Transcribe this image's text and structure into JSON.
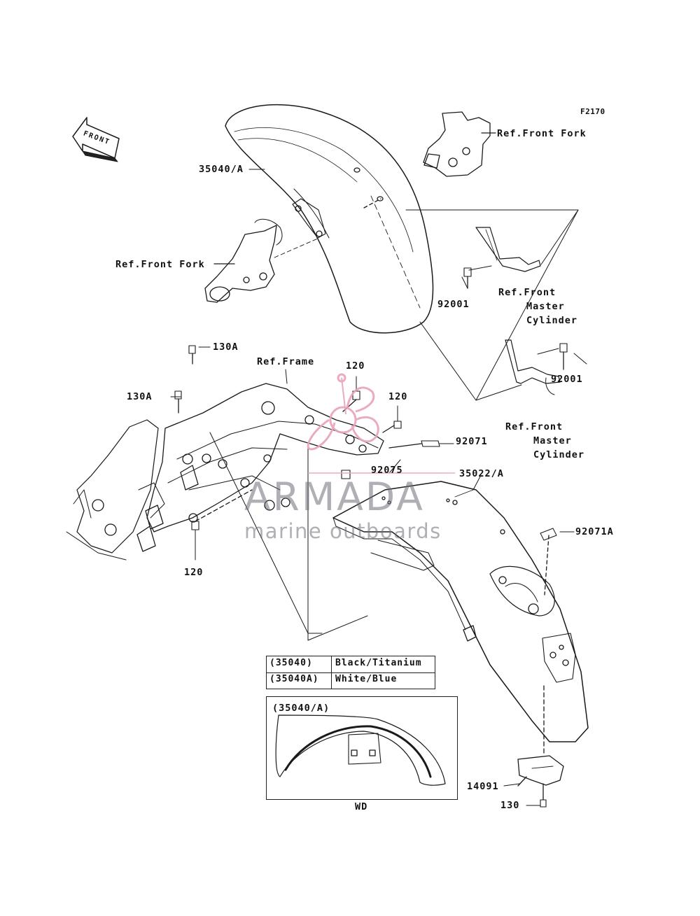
{
  "figure_id": "F2170",
  "front_arrow_label": "FRONT",
  "callouts": {
    "p35040A": "35040/A",
    "ref_front_fork_right": "Ref.Front Fork",
    "ref_front_fork_left": "Ref.Front Fork",
    "p92001_upper": "92001",
    "ref_master_cyl_upper": [
      "Ref.Front",
      "Master",
      "Cylinder"
    ],
    "p130A_top": "130A",
    "ref_frame": "Ref.Frame",
    "p120_a": "120",
    "p130A_left": "130A",
    "p120_b": "120",
    "p92001_lower": "92001",
    "p92071": "92071",
    "ref_master_cyl_lower": [
      "Ref.Front",
      "Master",
      "Cylinder"
    ],
    "p92075": "92075",
    "p35022A": "35022/A",
    "p92071A": "92071A",
    "p120_c": "120",
    "p14091": "14091",
    "p130": "130"
  },
  "color_table": {
    "rows": [
      {
        "code": "(35040)",
        "color": "Black/Titanium"
      },
      {
        "code": "(35040A)",
        "color": "White/Blue"
      }
    ]
  },
  "inset": {
    "title": "(35040/A)",
    "caption": "WD"
  },
  "watermark": {
    "brand": "ARMADA",
    "tagline": "marine outboards",
    "logo_color": "#e8a3bc"
  }
}
